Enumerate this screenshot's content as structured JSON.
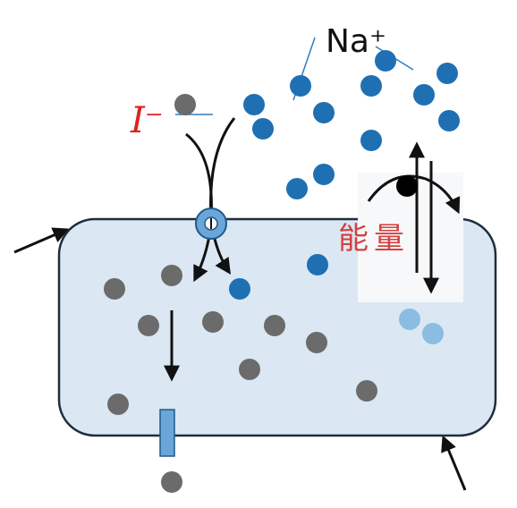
{
  "labels": {
    "sodium_ion": "Na⁺",
    "iodide_ion": "I⁻",
    "energy": "能量"
  },
  "colors": {
    "cell_fill": "#dbe7f3",
    "cell_stroke": "#1f2d3d",
    "sodium": "#1f70b3",
    "sodium_light": "#8bbce2",
    "iodide": "#6b6b6b",
    "arrow": "#111111",
    "channel": "#6aa6d9",
    "handwriting_red": "#e02020",
    "annotation_blue": "#2e7bc4",
    "energy_text": "#d64040",
    "carrier_black": "#000000"
  }
}
